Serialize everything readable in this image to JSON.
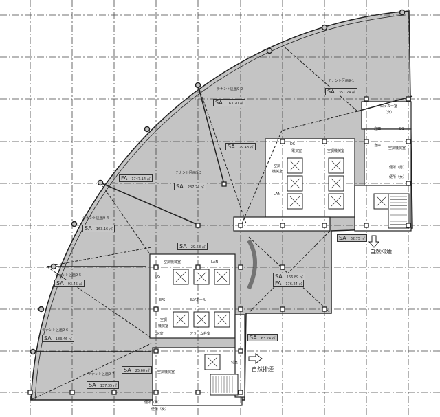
{
  "tenants": [
    {
      "name": "テナント区画9-1",
      "area_type": "SA",
      "area": "351.24 ㎡"
    },
    {
      "name": "テナント区画9-2",
      "area_type": "SA",
      "area": "163.20 ㎡"
    },
    {
      "name": "テナント区画9-3",
      "area_type": "SA",
      "area": "287.24 ㎡"
    },
    {
      "name": "テナント区画9-4",
      "area_type": "SA",
      "area": "163.16 ㎡"
    },
    {
      "name": "テナント区画9-5",
      "area_type": "SA",
      "area": "93.45 ㎡"
    },
    {
      "name": "テナント区画9-6",
      "area_type": "SA",
      "area": "183.46 ㎡"
    },
    {
      "name": "テナント区画9-7",
      "area_type": "SA",
      "area": "137.35 ㎡"
    }
  ],
  "floor_area": {
    "type": "FA",
    "value": "1747.14 ㎡"
  },
  "other_areas": [
    {
      "type": "SA",
      "value": "29.48 ㎡"
    },
    {
      "type": "SA",
      "value": "29.68 ㎡"
    },
    {
      "type": "SA",
      "value": "62.75 ㎡"
    },
    {
      "type": "SA",
      "value": "63.24 ㎡"
    },
    {
      "type": "SA",
      "value": "25.60 ㎡"
    },
    {
      "type": "SA",
      "value": "166.89 ㎡"
    },
    {
      "type": "FA",
      "value": "176.24 ㎡"
    }
  ],
  "rooms": {
    "locker_f": "ロッカー室",
    "locker_f_sub": "（女）",
    "storage": "倉庫",
    "ds": "DS",
    "electric": "電気室",
    "ac_room": "空調機械室",
    "ac_short1": "空調",
    "ac_short2": "機械室",
    "wc_m": "便所（男）",
    "wc_f": "便所（女）",
    "lan": "LAN",
    "eps": "EPS",
    "elv_hall": "ELVホール",
    "sk": "SK室",
    "alarm": "アラーム弁室",
    "annex": "付室"
  },
  "smoke_vent": "自然排煙",
  "colors": {
    "tenant_fill": "#c4c4c4",
    "line": "#222222",
    "grid": "#444444"
  }
}
